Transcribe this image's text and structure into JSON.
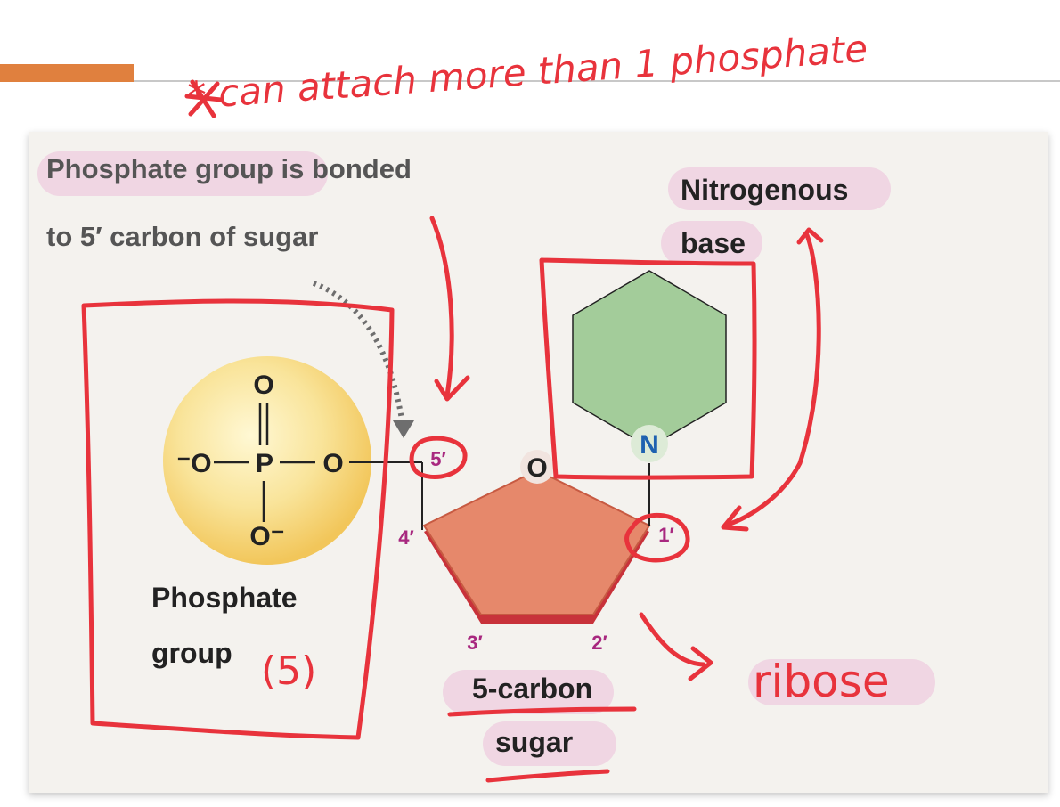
{
  "colors": {
    "accent_bar": "#E0803E",
    "panel": "#F4F2EE",
    "highlight": "#F0D6E3",
    "annotation": "#E8333C",
    "phosphate_sphere": "#F7DC70",
    "base_ring": "#A3CC9A",
    "sugar_ring": "#E6886B",
    "carbon_label": "#A8287F",
    "nitrogen": "#1E62B0"
  },
  "handwritten_note": "* can attach more than 1 phosphate",
  "caption_line1_highlight": "Phosphate group",
  "caption_line1_rest": " is bonded",
  "caption_line2": "to 5′ carbon of sugar",
  "phosphate": {
    "double_bond_oxygen": "O",
    "left_oxygen": "⁻O",
    "phosphorus": "P",
    "right_oxygen": "O",
    "bottom_oxygen": "O⁻",
    "label_line1": "Phosphate",
    "label_line2": "group",
    "handwritten_note": "(5)"
  },
  "sugar": {
    "ring_oxygen": "O",
    "carbon_5": "5′",
    "carbon_4": "4′",
    "carbon_3": "3′",
    "carbon_2": "2′",
    "carbon_1": "1′",
    "label_line1": "5-carbon",
    "label_line2": "sugar",
    "handwritten_note": "ribose"
  },
  "base": {
    "nitrogen": "N",
    "label_line1": "Nitrogenous",
    "label_line2": "base"
  }
}
